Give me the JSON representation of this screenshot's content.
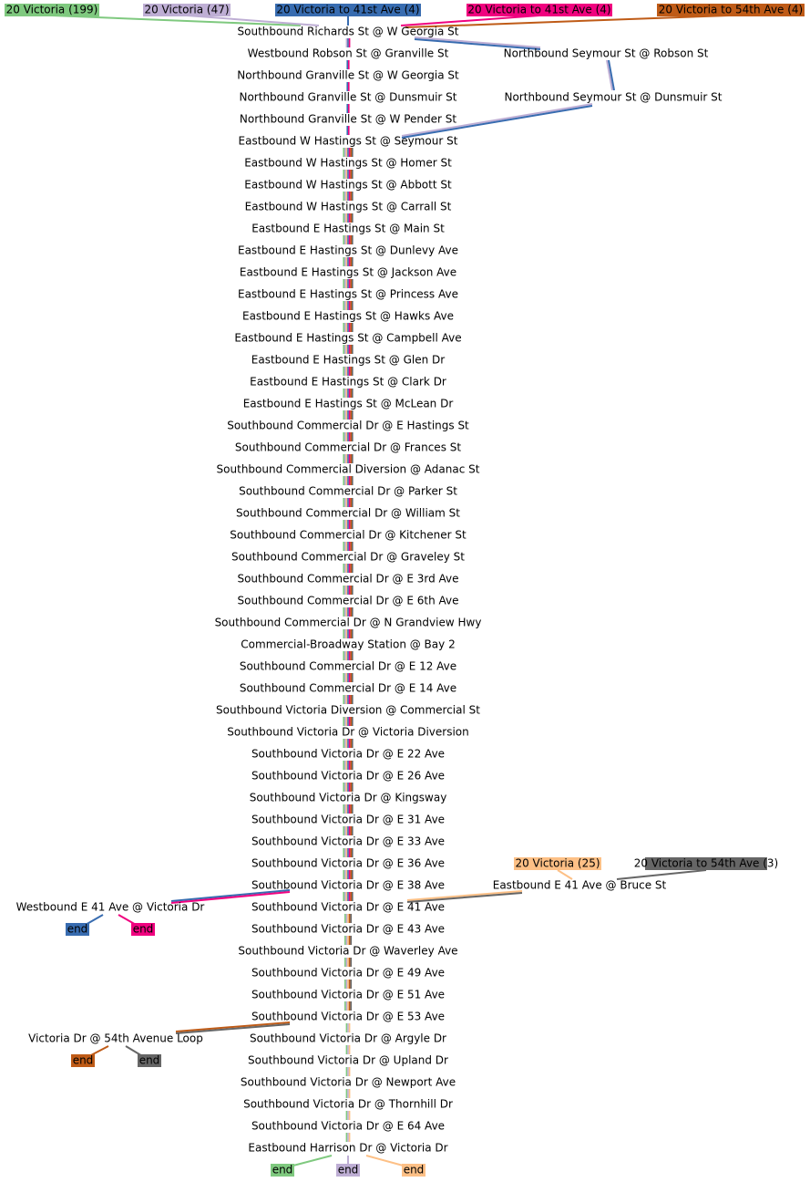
{
  "colors": {
    "green": "#7fc97f",
    "lavender": "#beaed4",
    "peach": "#fdc086",
    "blue": "#386cb0",
    "magenta": "#f0027f",
    "brown": "#bf5b17",
    "gray": "#666666"
  },
  "routes": [
    {
      "label": "20 Victoria (199)",
      "color": "#7fc97f"
    },
    {
      "label": "20 Victoria (47)",
      "color": "#beaed4"
    },
    {
      "label": "20 Victoria to 41st Ave (4)",
      "color": "#386cb0"
    },
    {
      "label": "20 Victoria to 41st Ave (4)",
      "color": "#f0027f"
    },
    {
      "label": "20 Victoria to 54th Ave (4)",
      "color": "#bf5b17"
    },
    {
      "label": "20 Victoria (25)",
      "color": "#fdc086"
    },
    {
      "label": "20 Victoria to 54th Ave (3)",
      "color": "#666666"
    }
  ],
  "main_stops": [
    "Southbound Richards St @ W Georgia St",
    "Westbound Robson St @ Granville St",
    "Northbound Granville St @ W Georgia St",
    "Northbound Granville St @ Dunsmuir St",
    "Northbound Granville St @ W Pender St",
    "Eastbound W Hastings St @ Seymour St",
    "Eastbound W Hastings St @ Homer St",
    "Eastbound W Hastings St @ Abbott St",
    "Eastbound W Hastings St @ Carrall St",
    "Eastbound E Hastings St @ Main St",
    "Eastbound E Hastings St @ Dunlevy Ave",
    "Eastbound E Hastings St @ Jackson Ave",
    "Eastbound E Hastings St @ Princess Ave",
    "Eastbound E Hastings St @ Hawks Ave",
    "Eastbound E Hastings St @ Campbell Ave",
    "Eastbound E Hastings St @ Glen Dr",
    "Eastbound E Hastings St @ Clark Dr",
    "Eastbound E Hastings St @ McLean Dr",
    "Southbound Commercial Dr @ E Hastings St",
    "Southbound Commercial Dr @ Frances St",
    "Southbound Commercial Diversion @ Adanac St",
    "Southbound Commercial Dr @ Parker St",
    "Southbound Commercial Dr @ William St",
    "Southbound Commercial Dr @ Kitchener St",
    "Southbound Commercial Dr @ Graveley St",
    "Southbound Commercial Dr @ E 3rd Ave",
    "Southbound Commercial Dr @ E 6th Ave",
    "Southbound Commercial Dr @ N Grandview Hwy",
    "Commercial-Broadway Station @ Bay 2",
    "Southbound Commercial Dr @ E 12 Ave",
    "Southbound Commercial Dr @ E 14 Ave",
    "Southbound Victoria Diversion @ Commercial St",
    "Southbound Victoria Dr @ Victoria Diversion",
    "Southbound Victoria Dr @ E 22 Ave",
    "Southbound Victoria Dr @ E 26 Ave",
    "Southbound Victoria Dr @ Kingsway",
    "Southbound Victoria Dr @ E 31 Ave",
    "Southbound Victoria Dr @ E 33 Ave",
    "Southbound Victoria Dr @ E 36 Ave",
    "Southbound Victoria Dr @ E 38 Ave",
    "Southbound Victoria Dr @ E 41 Ave",
    "Southbound Victoria Dr @ E 43 Ave",
    "Southbound Victoria Dr @ Waverley Ave",
    "Southbound Victoria Dr @ E 49 Ave",
    "Southbound Victoria Dr @ E 51 Ave",
    "Southbound Victoria Dr @ E 53 Ave",
    "Southbound Victoria Dr @ Argyle Dr",
    "Southbound Victoria Dr @ Upland Dr",
    "Southbound Victoria Dr @ Newport Ave",
    "Southbound Victoria Dr @ Thornhill Dr",
    "Southbound Victoria Dr @ E 64 Ave",
    "Eastbound Harrison Dr @ Victoria Dr"
  ],
  "side_stops": [
    "Northbound Seymour St @ Robson St",
    "Northbound Seymour St @ Dunsmuir St",
    "Eastbound E 41 Ave @ Bruce St",
    "Westbound E 41 Ave @ Victoria Dr",
    "Victoria Dr @ 54th Avenue Loop"
  ],
  "end_label": "end"
}
